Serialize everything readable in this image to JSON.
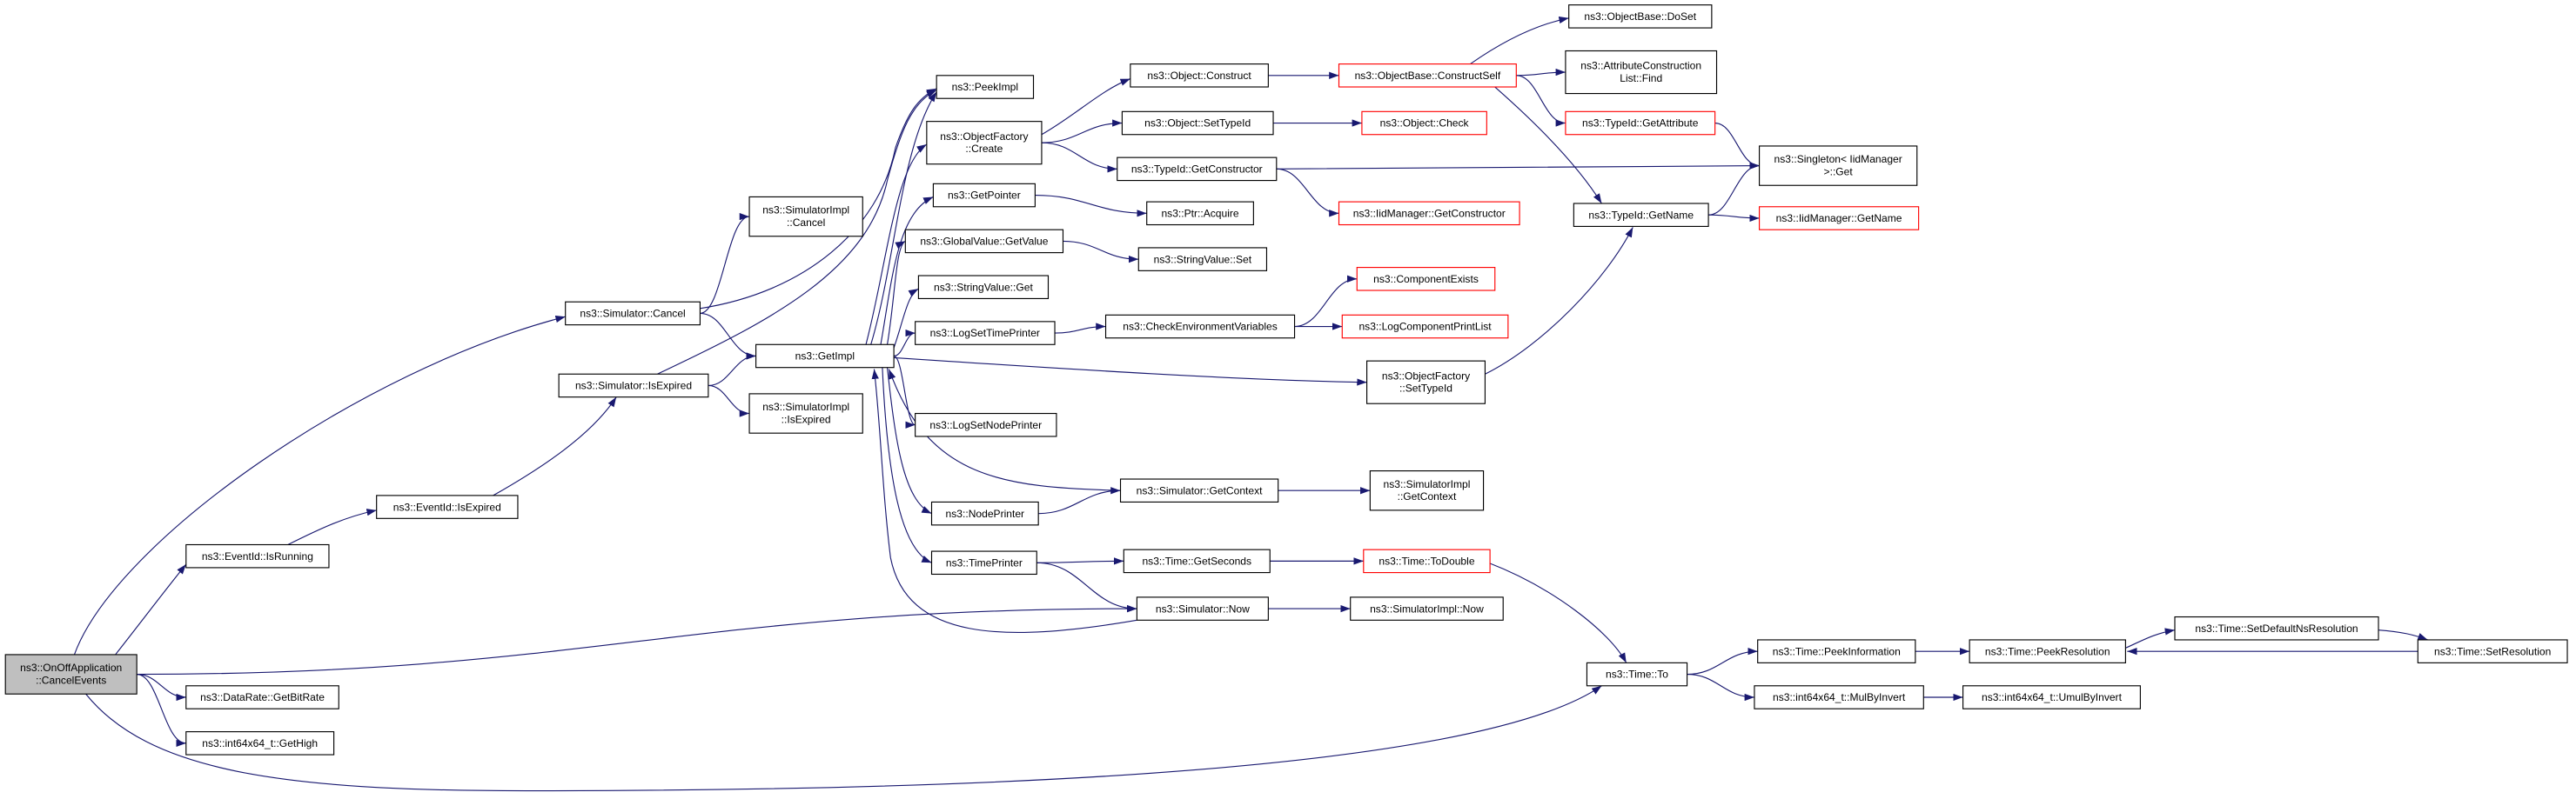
{
  "diagram": {
    "colors": {
      "background": "#ffffff",
      "edge": "#191970",
      "node_border": "#000000",
      "node_fill": "#ffffff",
      "root_fill": "#bfbfbf",
      "truncated_border": "#ff0000"
    },
    "nodes": [
      {
        "label": [
          "ns3::OnOffApplication",
          "::CancelEvents"
        ],
        "root": true
      },
      {
        "label": [
          "ns3::Simulator::Cancel"
        ]
      },
      {
        "label": [
          "ns3::EventId::IsRunning"
        ]
      },
      {
        "label": [
          "ns3::DataRate::GetBitRate"
        ]
      },
      {
        "label": [
          "ns3::int64x64_t::GetHigh"
        ]
      },
      {
        "label": [
          "ns3::EventId::IsExpired"
        ]
      },
      {
        "label": [
          "ns3::Simulator::IsExpired"
        ]
      },
      {
        "label": [
          "ns3::SimulatorImpl",
          "::Cancel"
        ]
      },
      {
        "label": [
          "ns3::GetImpl"
        ]
      },
      {
        "label": [
          "ns3::SimulatorImpl",
          "::IsExpired"
        ]
      },
      {
        "label": [
          "ns3::PeekImpl"
        ]
      },
      {
        "label": [
          "ns3::ObjectFactory",
          "::Create"
        ]
      },
      {
        "label": [
          "ns3::GetPointer"
        ]
      },
      {
        "label": [
          "ns3::GlobalValue::GetValue"
        ]
      },
      {
        "label": [
          "ns3::StringValue::Get"
        ]
      },
      {
        "label": [
          "ns3::LogSetTimePrinter"
        ]
      },
      {
        "label": [
          "ns3::LogSetNodePrinter"
        ]
      },
      {
        "label": [
          "ns3::NodePrinter"
        ]
      },
      {
        "label": [
          "ns3::TimePrinter"
        ]
      },
      {
        "label": [
          "ns3::Object::Construct"
        ]
      },
      {
        "label": [
          "ns3::Object::SetTypeId"
        ]
      },
      {
        "label": [
          "ns3::TypeId::GetConstructor"
        ]
      },
      {
        "label": [
          "ns3::Ptr::Acquire"
        ]
      },
      {
        "label": [
          "ns3::StringValue::Set"
        ]
      },
      {
        "label": [
          "ns3::CheckEnvironmentVariables"
        ]
      },
      {
        "label": [
          "ns3::Simulator::GetContext"
        ]
      },
      {
        "label": [
          "ns3::Time::GetSeconds"
        ]
      },
      {
        "label": [
          "ns3::Simulator::Now"
        ]
      },
      {
        "label": [
          "ns3::ObjectBase::ConstructSelf"
        ],
        "truncated": true
      },
      {
        "label": [
          "ns3::Object::Check"
        ],
        "truncated": true
      },
      {
        "label": [
          "ns3::IidManager::GetConstructor"
        ],
        "truncated": true
      },
      {
        "label": [
          "ns3::ComponentExists"
        ],
        "truncated": true
      },
      {
        "label": [
          "ns3::LogComponentPrintList"
        ],
        "truncated": true
      },
      {
        "label": [
          "ns3::ObjectFactory",
          "::SetTypeId"
        ]
      },
      {
        "label": [
          "ns3::SimulatorImpl",
          "::GetContext"
        ]
      },
      {
        "label": [
          "ns3::Time::ToDouble"
        ],
        "truncated": true
      },
      {
        "label": [
          "ns3::SimulatorImpl::Now"
        ]
      },
      {
        "label": [
          "ns3::ObjectBase::DoSet"
        ]
      },
      {
        "label": [
          "ns3::AttributeConstruction",
          "List::Find"
        ]
      },
      {
        "label": [
          "ns3::TypeId::GetAttribute"
        ],
        "truncated": true
      },
      {
        "label": [
          "ns3::TypeId::GetName"
        ]
      },
      {
        "label": [
          "ns3::Time::To"
        ]
      },
      {
        "label": [
          "ns3::Singleton< IidManager",
          ">::Get"
        ]
      },
      {
        "label": [
          "ns3::IidManager::GetName"
        ],
        "truncated": true
      },
      {
        "label": [
          "ns3::Time::PeekInformation"
        ]
      },
      {
        "label": [
          "ns3::int64x64_t::MulByInvert"
        ]
      },
      {
        "label": [
          "ns3::Time::PeekResolution"
        ]
      },
      {
        "label": [
          "ns3::int64x64_t::UmulByInvert"
        ]
      },
      {
        "label": [
          "ns3::Time::SetDefaultNsResolution"
        ]
      },
      {
        "label": [
          "ns3::Time::SetResolution"
        ]
      }
    ],
    "edges": [
      [
        0,
        1
      ],
      [
        0,
        2
      ],
      [
        0,
        3
      ],
      [
        0,
        4
      ],
      [
        0,
        27
      ],
      [
        0,
        41
      ],
      [
        1,
        7
      ],
      [
        1,
        8
      ],
      [
        1,
        10
      ],
      [
        2,
        5
      ],
      [
        5,
        6
      ],
      [
        6,
        8
      ],
      [
        6,
        9
      ],
      [
        6,
        10
      ],
      [
        8,
        10
      ],
      [
        8,
        11
      ],
      [
        8,
        12
      ],
      [
        8,
        13
      ],
      [
        8,
        14
      ],
      [
        8,
        15
      ],
      [
        8,
        16
      ],
      [
        8,
        17
      ],
      [
        8,
        18
      ],
      [
        8,
        33
      ],
      [
        11,
        19
      ],
      [
        11,
        20
      ],
      [
        11,
        21
      ],
      [
        12,
        22
      ],
      [
        13,
        23
      ],
      [
        15,
        24
      ],
      [
        24,
        31
      ],
      [
        24,
        32
      ],
      [
        17,
        25
      ],
      [
        25,
        8
      ],
      [
        25,
        34
      ],
      [
        18,
        26
      ],
      [
        18,
        27
      ],
      [
        27,
        8
      ],
      [
        27,
        36
      ],
      [
        26,
        35
      ],
      [
        35,
        41
      ],
      [
        19,
        28
      ],
      [
        20,
        29
      ],
      [
        21,
        30
      ],
      [
        21,
        42
      ],
      [
        28,
        37
      ],
      [
        28,
        38
      ],
      [
        28,
        39
      ],
      [
        28,
        40
      ],
      [
        39,
        42
      ],
      [
        40,
        42
      ],
      [
        40,
        43
      ],
      [
        33,
        40
      ],
      [
        41,
        44
      ],
      [
        41,
        45
      ],
      [
        44,
        46
      ],
      [
        45,
        47
      ],
      [
        46,
        48
      ],
      [
        48,
        49
      ],
      [
        49,
        46
      ]
    ]
  }
}
